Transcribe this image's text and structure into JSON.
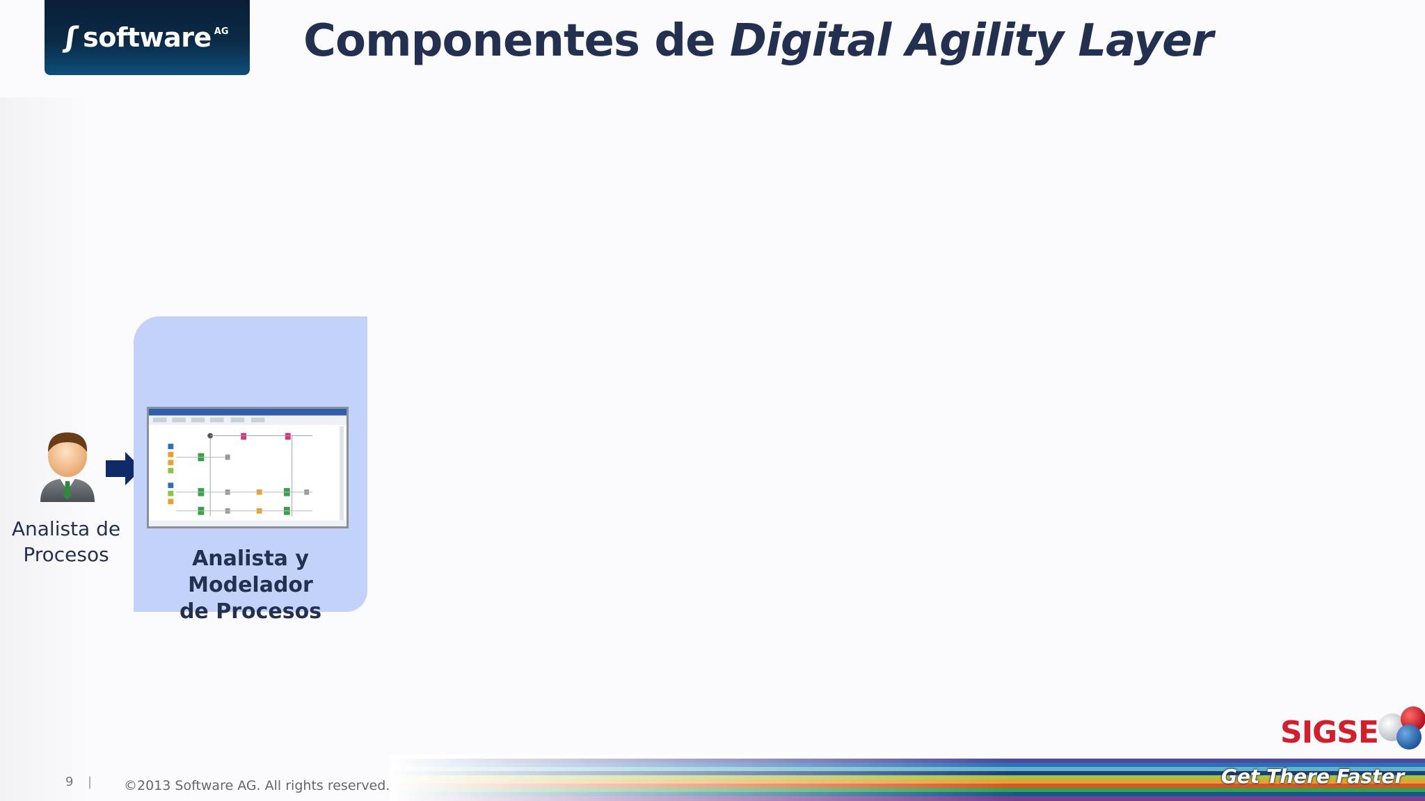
{
  "logo": {
    "brand_mark": "ʃ",
    "word": "software",
    "suffix": "AG"
  },
  "slide": {
    "title_plain": "Componentes de ",
    "title_italic": "Digital Agility Layer"
  },
  "diagram": {
    "actor_label_line1": "Analista de",
    "actor_label_line2": "Procesos",
    "panel_label_line1": "Analista y Modelador",
    "panel_label_line2": "de Procesos"
  },
  "footer": {
    "page_number": "9",
    "separator": "|",
    "copyright": "©2013 Software AG. All rights reserved.",
    "tagline": "Get There Faster",
    "partner_logo_word": "SIGSE"
  },
  "colors": {
    "title": "#23304f",
    "panel": "#c3d2f8",
    "arrow": "#0f2a66",
    "sigse_red": "#d0202e",
    "sigse_blue": "#2a6ab3"
  }
}
